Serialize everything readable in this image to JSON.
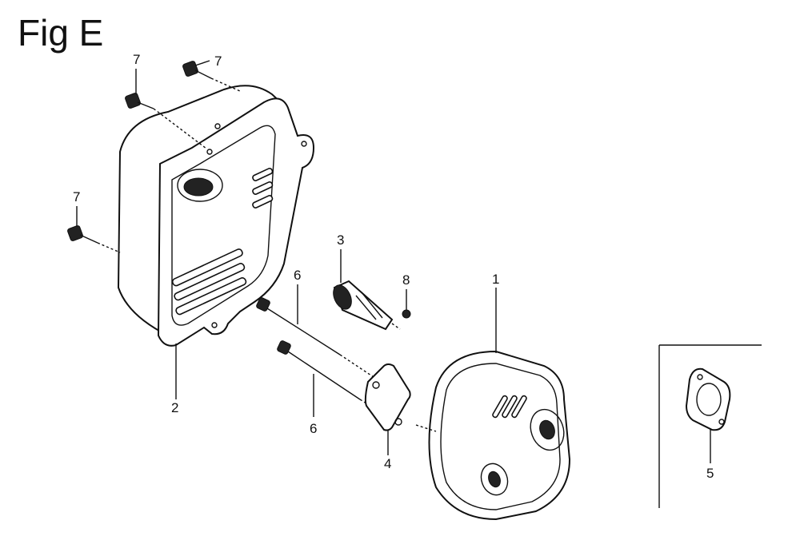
{
  "title": "Fig E",
  "callouts": {
    "muffler": "1",
    "muffler_protector": "2",
    "spark_arrester": "3",
    "gasket_small": "4",
    "gasket_inset": "5",
    "stud_upper": "6",
    "stud_lower": "6",
    "bolt_top_left": "7",
    "bolt_top_right": "7",
    "bolt_side": "7",
    "screw": "8"
  }
}
